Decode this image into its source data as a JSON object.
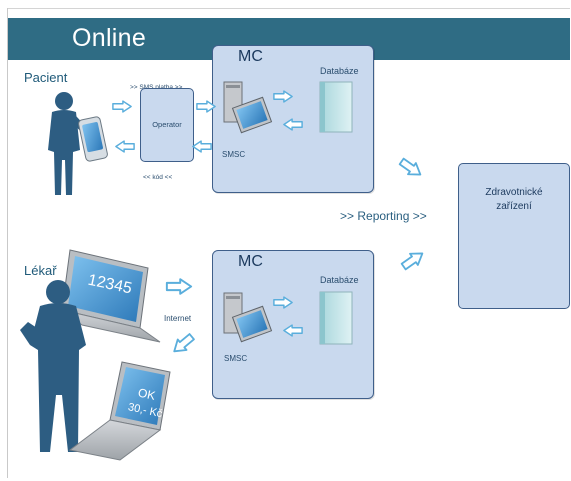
{
  "header": {
    "title": "Online"
  },
  "patient_label": "Pacient",
  "doctor_label": "Lékař",
  "sms_payment_label": ">> SMS platba >>",
  "operator_label": "Operator",
  "code_label": "<< kód <<",
  "internet_label": "Internet",
  "reporting_label": ">> Reporting >>",
  "mc_top": {
    "title": "MC",
    "db_label": "Databáze",
    "smsc_label": "SMSC"
  },
  "mc_bottom": {
    "title": "MC",
    "db_label": "Databáze",
    "smsc_label": "SMSC"
  },
  "facility": {
    "line1": "Zdravotnické",
    "line2": "zařízení"
  },
  "laptop1_screen_text": "12345",
  "laptop2_screen_text_line1": "OK",
  "laptop2_screen_text_line2": "30,- Kč",
  "colors": {
    "header": "#2f6c84",
    "box_fill": "#c9d9ee",
    "box_border": "#3f5f8a",
    "silhouette": "#2d5d82",
    "arrow": "#5aaedc"
  }
}
